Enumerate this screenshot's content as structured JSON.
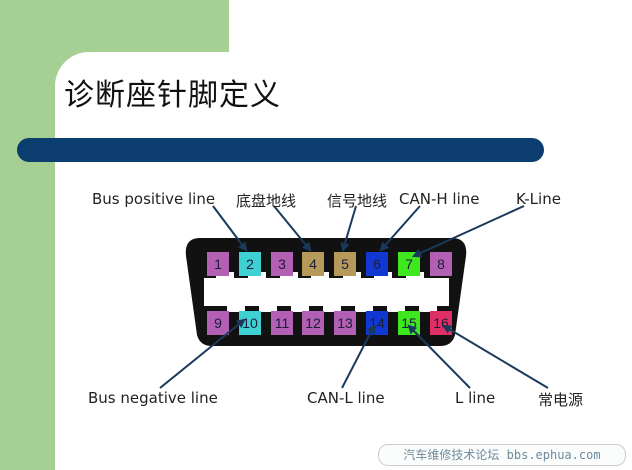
{
  "title": "诊断座针脚定义",
  "labels": {
    "bus_positive": "Bus positive  line",
    "chassis_ground": "底盘地线",
    "signal_ground": "信号地线",
    "can_h": "CAN-H line",
    "k_line": "K-Line",
    "bus_negative": "Bus negative  line",
    "can_l": "CAN-L line",
    "l_line": "L line",
    "battery_power": "常电源"
  },
  "footer": "汽车维修技术论坛 bbs.ephua.com",
  "pins": [
    {
      "num": "1",
      "row": "top",
      "color": "#b35fb3"
    },
    {
      "num": "2",
      "row": "top",
      "color": "#3fd1d1"
    },
    {
      "num": "3",
      "row": "top",
      "color": "#b35fb3"
    },
    {
      "num": "4",
      "row": "top",
      "color": "#b59a5a"
    },
    {
      "num": "5",
      "row": "top",
      "color": "#b59a5a"
    },
    {
      "num": "6",
      "row": "top",
      "color": "#1238d4"
    },
    {
      "num": "7",
      "row": "top",
      "color": "#3fe81e"
    },
    {
      "num": "8",
      "row": "top",
      "color": "#b35fb3"
    },
    {
      "num": "9",
      "row": "bottom",
      "color": "#b35fb3"
    },
    {
      "num": "10",
      "row": "bottom",
      "color": "#3fd1d1"
    },
    {
      "num": "11",
      "row": "bottom",
      "color": "#b35fb3"
    },
    {
      "num": "12",
      "row": "bottom",
      "color": "#b35fb3"
    },
    {
      "num": "13",
      "row": "bottom",
      "color": "#b35fb3"
    },
    {
      "num": "14",
      "row": "bottom",
      "color": "#1238d4"
    },
    {
      "num": "15",
      "row": "bottom",
      "color": "#3fe81e"
    },
    {
      "num": "16",
      "row": "bottom",
      "color": "#e02f66"
    }
  ],
  "colors": {
    "background_green": "#a5cf93",
    "title_bar": "#0b3d6e",
    "connector_body": "#111111"
  }
}
